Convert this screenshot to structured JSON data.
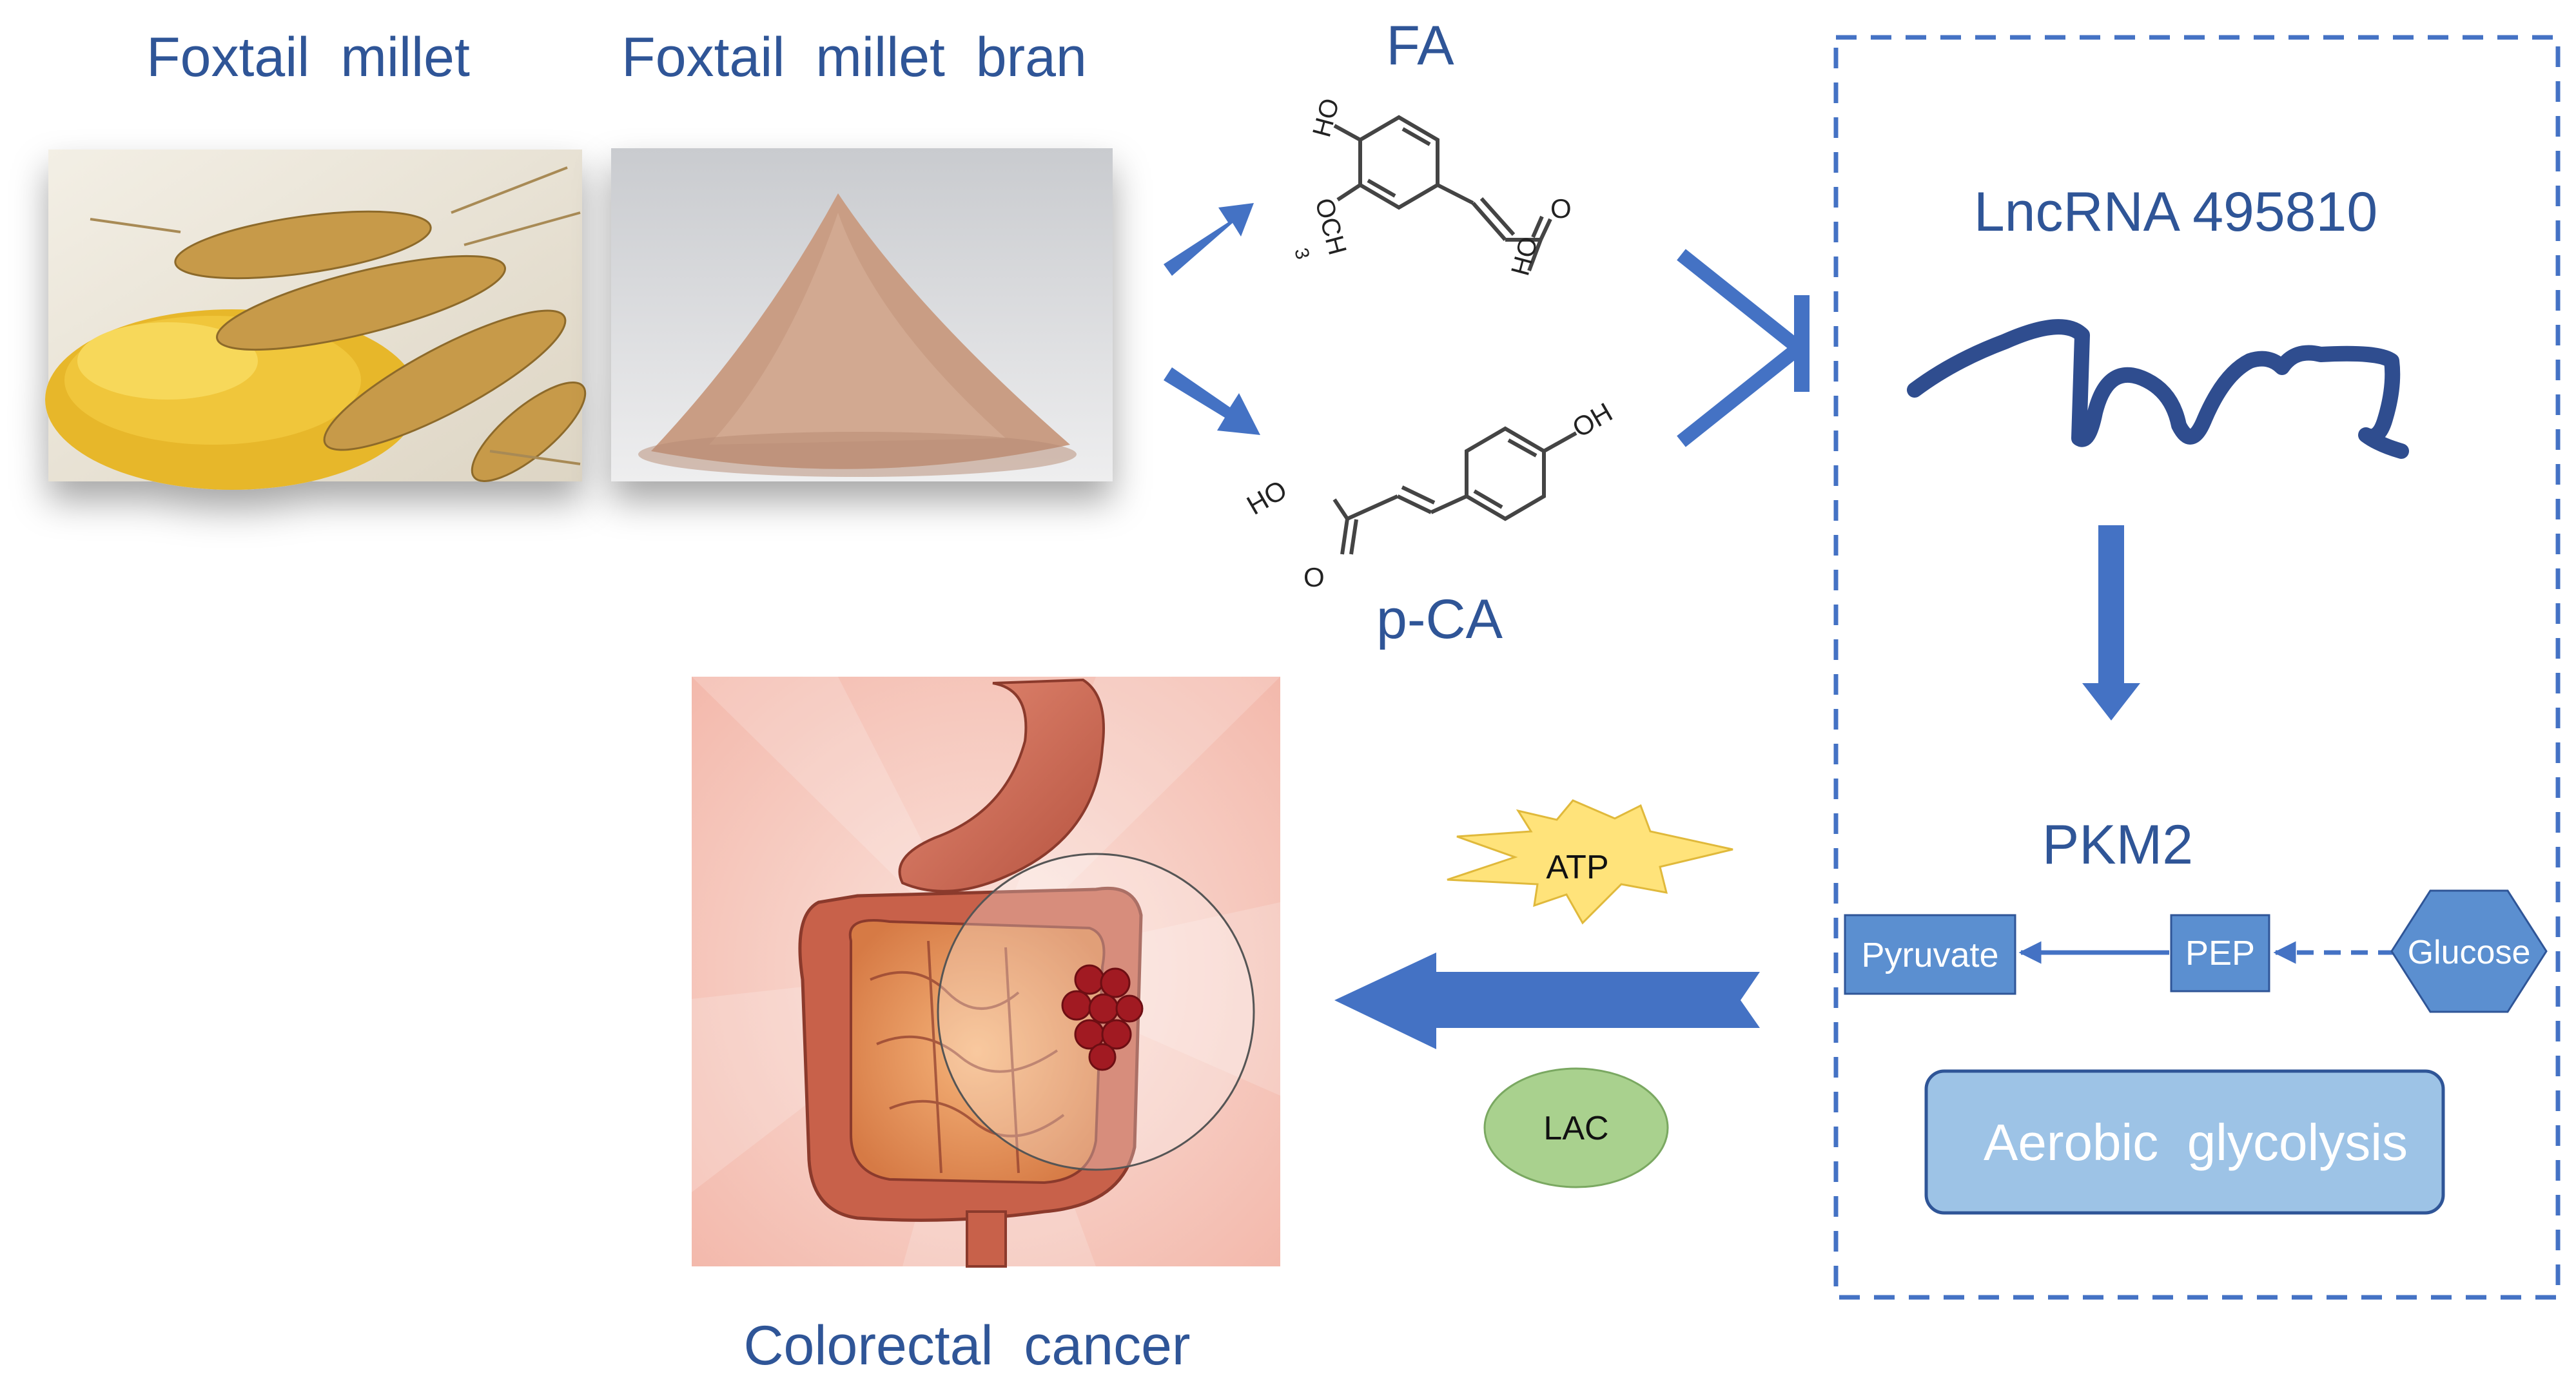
{
  "labels": {
    "foxtail_millet": "Foxtail  millet",
    "foxtail_millet_bran": "Foxtail  millet  bran",
    "fa": "FA",
    "pca": "p-CA",
    "lncrna": "LncRNA 495810",
    "pkm2": "PKM2",
    "pyruvate": "Pyruvate",
    "pep": "PEP",
    "glucose": "Glucose",
    "aerobic_glycolysis": "Aerobic  glycolysis",
    "atp": "ATP",
    "lac": "LAC",
    "colorectal_cancer": "Colorectal  cancer"
  },
  "chem_atoms": {
    "fa_oh_top": "HO",
    "fa_och3": "OCH",
    "fa_sub3": "3",
    "fa_o": "O",
    "fa_ho": "HO",
    "pca_oh": "OH",
    "pca_ho": "HO",
    "pca_o": "O"
  },
  "colors": {
    "label_blue": "#2f5597",
    "arrow_blue": "#4472c4",
    "box_blue": "#5b8fd0",
    "glycolysis_box": "#9dc3e6",
    "atp_star": "#ffe37a",
    "lac_ellipse": "#a9d18e"
  },
  "icons": {
    "millet_photo": "millet-grain-photo",
    "bran_photo": "bran-powder-photo",
    "intestine": "intestine-illustration",
    "rna_strand": "rna-squiggle"
  }
}
